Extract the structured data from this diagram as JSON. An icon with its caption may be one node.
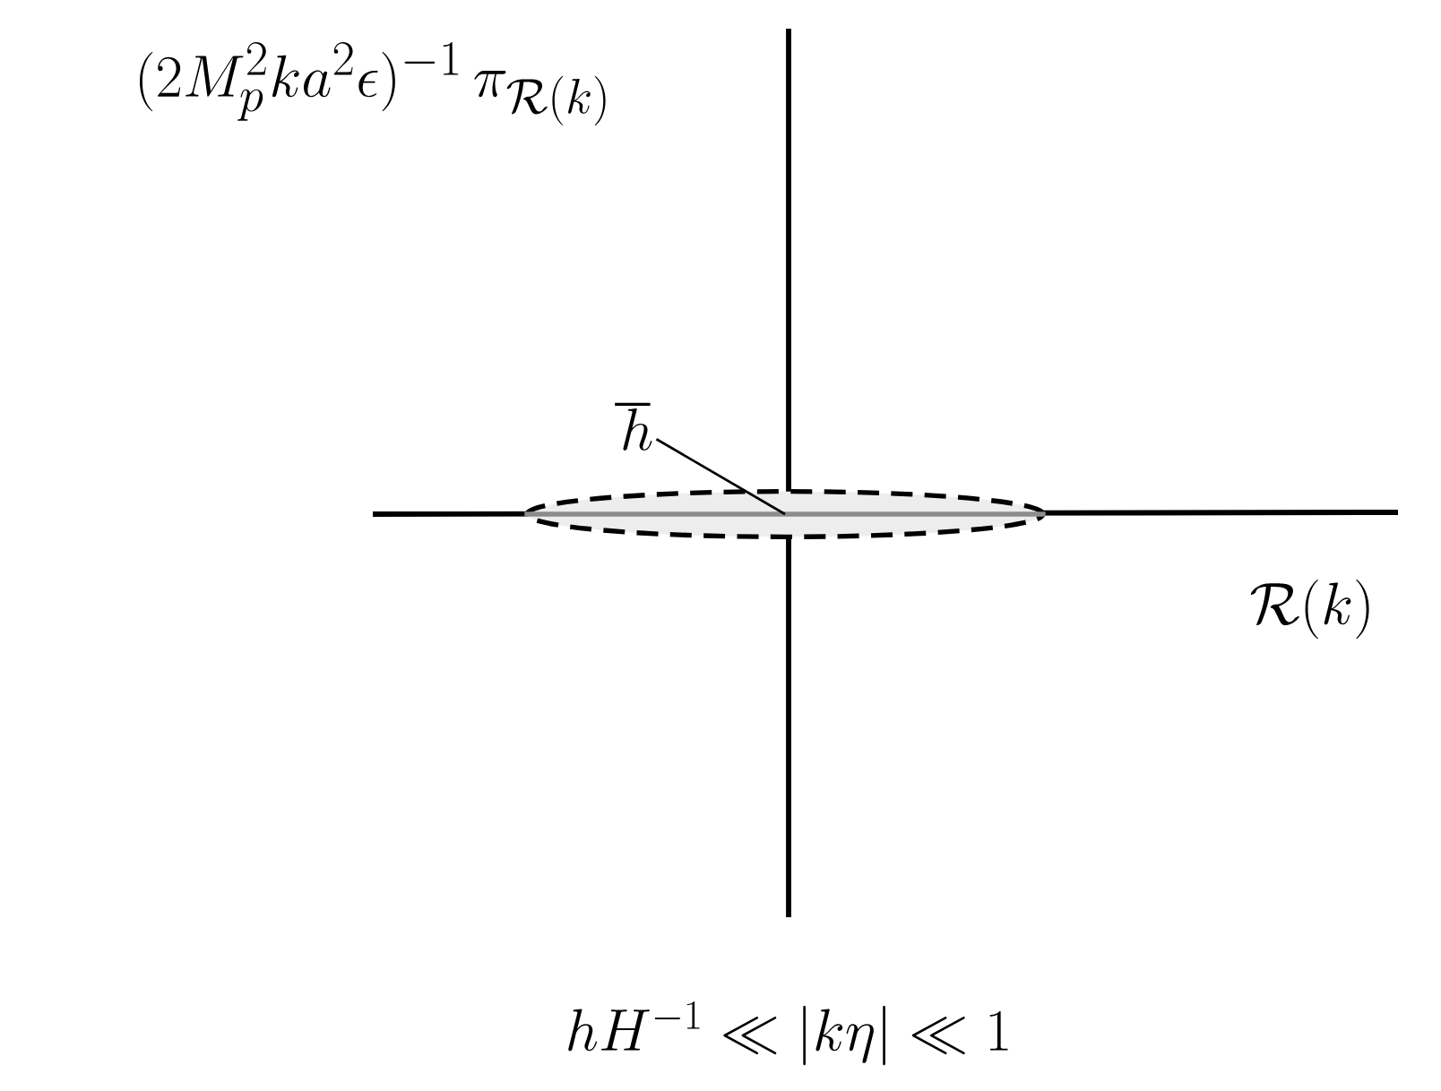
{
  "diagram": {
    "caption": "hH^{-1} \\ll |k\\eta| \\ll 1",
    "nodes": [
      {
        "text": [
          "\\hbar"
        ]
      },
      {
        "text": [],
        "shape": "ellipse"
      }
    ],
    "edges": [
      {
        "from": 0,
        "to": 1,
        "arrow": "none"
      }
    ],
    "labels": [
      "(2M_p^2ka^2\\epsilon)^{-1}\\,\\pi_{\\mathcal{R}(k)}",
      "\\mathcal{R}(k)"
    ]
  }
}
